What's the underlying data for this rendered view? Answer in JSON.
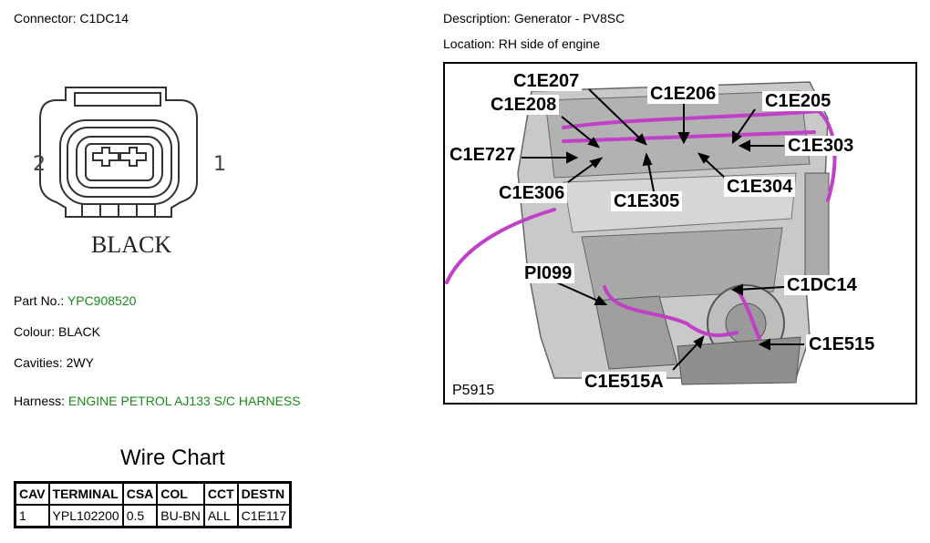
{
  "connector": {
    "label": "Connector:",
    "value": "C1DC14"
  },
  "description": {
    "label": "Description:",
    "value": "Generator - PV8SC"
  },
  "location": {
    "label": "Location:",
    "value": "RH side of engine"
  },
  "connector_drawing": {
    "pin_left": "2",
    "pin_right": "1",
    "color_label": "BLACK"
  },
  "part_no": {
    "label": "Part No.:",
    "value": "YPC908520"
  },
  "colour": {
    "label": "Colour:",
    "value": "BLACK"
  },
  "cavities": {
    "label": "Cavities:",
    "value": "2WY"
  },
  "harness": {
    "label": "Harness:",
    "value": "ENGINE PETROL AJ133 S/C HARNESS"
  },
  "wire_chart": {
    "title": "Wire Chart",
    "headers": [
      "CAV",
      "TERMINAL",
      "CSA",
      "COL",
      "CCT",
      "DESTN"
    ],
    "rows": [
      [
        "1",
        "YPL102200",
        "0.5",
        "BU-BN",
        "ALL",
        "C1E117"
      ]
    ]
  },
  "engine_diagram": {
    "reference": "P5915",
    "callouts": {
      "c1e207": "C1E207",
      "c1e206": "C1E206",
      "c1e205": "C1E205",
      "c1e208": "C1E208",
      "c1e727": "C1E727",
      "c1e303": "C1E303",
      "c1e306": "C1E306",
      "c1e305": "C1E305",
      "c1e304": "C1E304",
      "pi099": "PI099",
      "c1dc14": "C1DC14",
      "c1e515": "C1E515",
      "c1e515a": "C1E515A"
    }
  },
  "colors": {
    "accent_green": "#1a8a1a",
    "harness_magenta": "#c040c8"
  }
}
